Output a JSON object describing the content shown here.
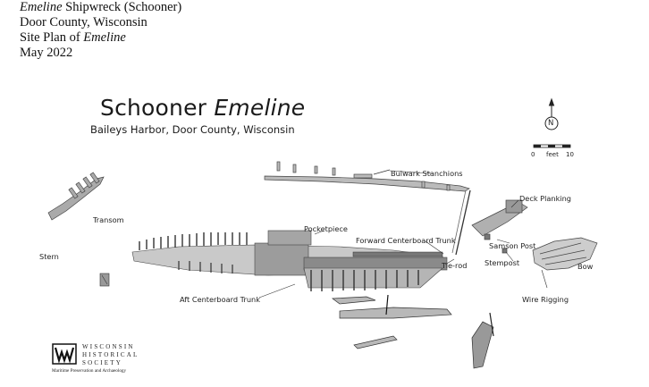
{
  "header": {
    "line1_italic": "Emeline",
    "line1_rest": " Shipwreck (Schooner)",
    "line2": "Door County, Wisconsin",
    "line3_prefix": "Site Plan of ",
    "line3_italic": "Emeline",
    "line4": "May 2022"
  },
  "plan": {
    "title_prefix": "Schooner ",
    "title_italic": "Emeline",
    "subtitle": "Baileys Harbor, Door County, Wisconsin",
    "north_letter": "N",
    "scale": {
      "start": "0",
      "unit": "feet",
      "end": "10"
    },
    "labels": {
      "bulwark_stanchions": "Bulwark Stanchions",
      "deck_planking": "Deck Planking",
      "transom": "Transom",
      "pocketpiece": "Pocketpiece",
      "forward_centerboard_trunk": "Forward Centerboard Trunk",
      "samson_post": "Samson Post",
      "stern": "Stern",
      "tie_rod": "Tie-rod",
      "stempost": "Stempost",
      "bow": "Bow",
      "aft_centerboard_trunk": "Aft Centerboard Trunk",
      "wire_rigging": "Wire Rigging"
    }
  },
  "logo": {
    "line1": "WISCONSIN",
    "line2": "HISTORICAL",
    "line3": "SOCIETY",
    "tagline": "Maritime Preservation and Archaeology"
  }
}
